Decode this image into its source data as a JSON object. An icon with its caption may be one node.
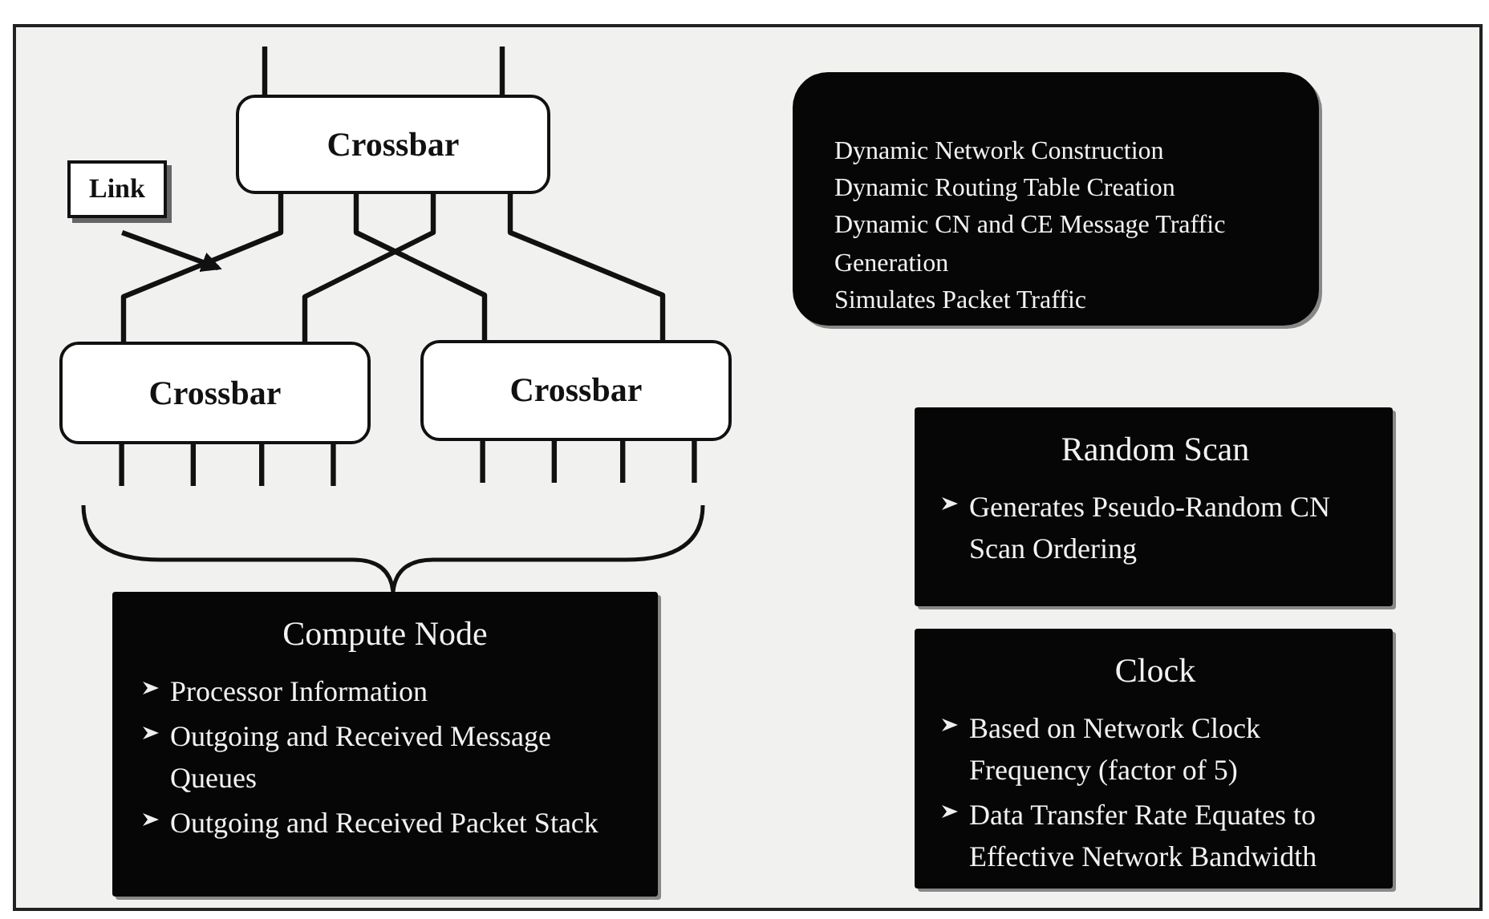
{
  "diagram": {
    "nodes": [
      {
        "text": [
          "Crossbar"
        ]
      },
      {
        "text": [
          "Link"
        ]
      },
      {
        "text": [
          "Crossbar"
        ]
      },
      {
        "text": [
          "Crossbar"
        ]
      },
      {
        "text": [
          "Compute Node",
          "Processor Information",
          "Outgoing and Received Message Queues",
          "Outgoing and Received Packet Stack"
        ]
      },
      {
        "text": [
          "Dynamic Network Construction",
          "Dynamic Routing Table Creation",
          "Dynamic CN and CE Message Traffic Generation",
          "Simulates Packet Traffic"
        ]
      },
      {
        "text": [
          "Random Scan",
          "Generates Pseudo-Random CN Scan Ordering"
        ]
      },
      {
        "text": [
          "Clock",
          "Based on Network Clock Frequency (factor of 5)",
          "Data Transfer Rate Equates to Effective Network Bandwidth"
        ]
      }
    ],
    "edges": [
      {
        "from": 0,
        "to": 2,
        "arrow": "none"
      },
      {
        "from": 0,
        "to": 3,
        "arrow": "none"
      },
      {
        "from": 0,
        "to": 2,
        "arrow": "none"
      },
      {
        "from": 0,
        "to": 3,
        "arrow": "none"
      },
      {
        "from": 1,
        "to": null,
        "arrow": "to"
      }
    ]
  }
}
